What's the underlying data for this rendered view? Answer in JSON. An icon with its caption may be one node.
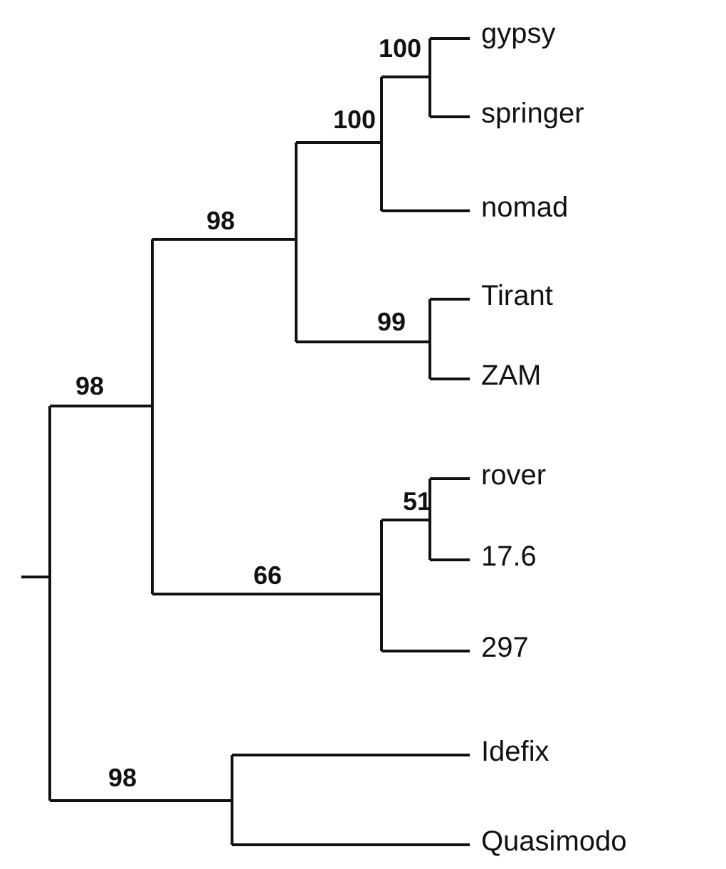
{
  "diagram": {
    "labels": [
      "gypsy",
      "100",
      "100",
      "springer",
      "nomad",
      "98",
      "Tirant",
      "99",
      "ZAM",
      "98",
      "rover",
      "51",
      "17.6",
      "66",
      "297",
      "Idefix",
      "98",
      "Quasimodo"
    ]
  }
}
